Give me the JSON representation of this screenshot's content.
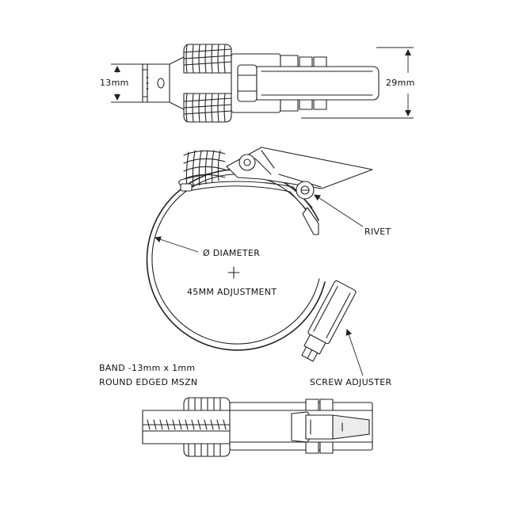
{
  "labels": {
    "top_height": "13mm",
    "top_overall": "29mm",
    "rivet": "RIVET",
    "diameter": "Ø DIAMETER",
    "adjustment": "45MM ADJUSTMENT",
    "band_line1": "BAND -13mm x 1mm",
    "band_line2": "ROUND EDGED MSZN",
    "screw_adjuster": "SCREW ADJUSTER"
  }
}
